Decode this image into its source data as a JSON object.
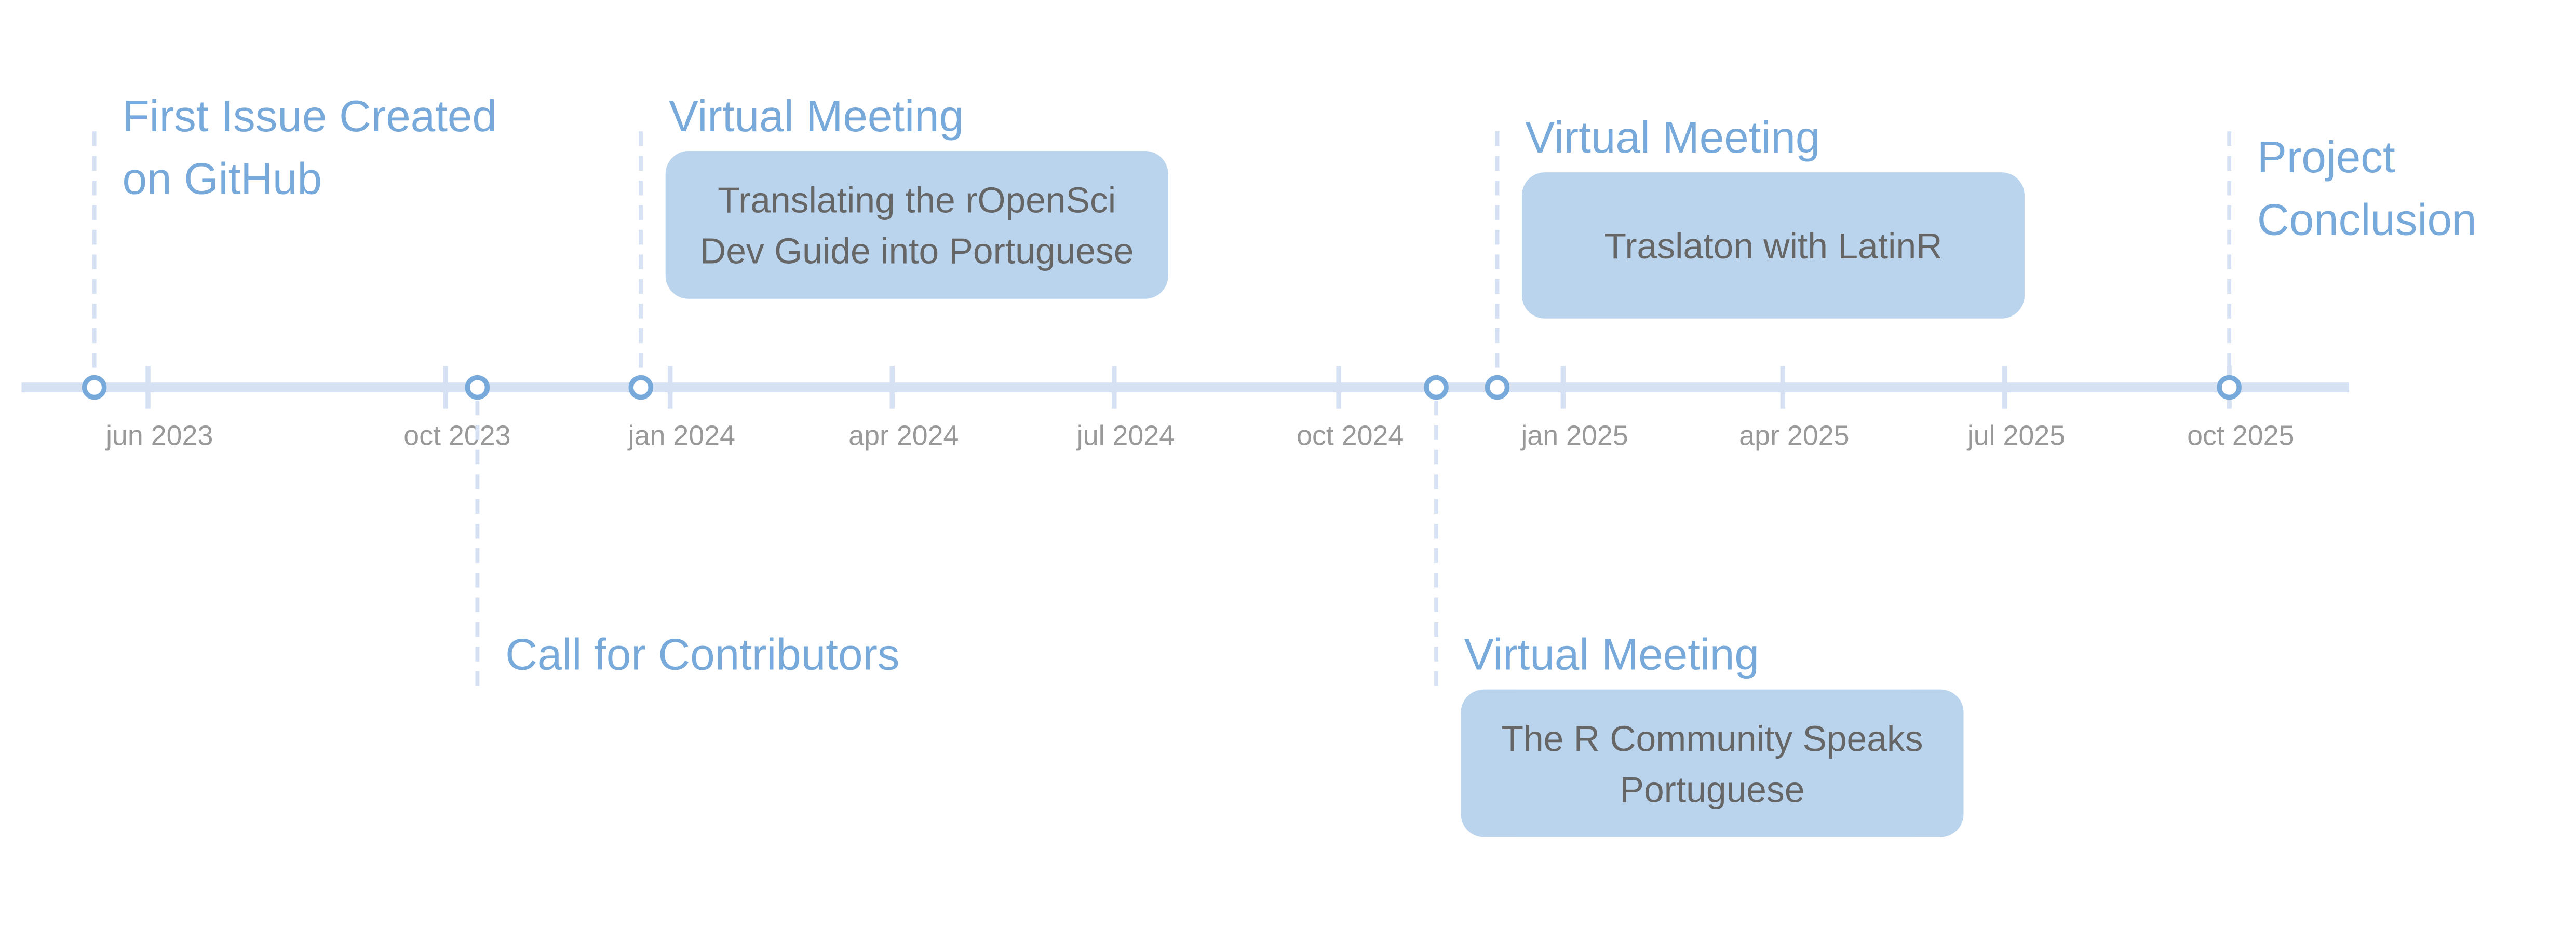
{
  "chart_data": {
    "type": "timeline",
    "title": "",
    "colors": {
      "axis": "#d6e2f4",
      "marker": "#77a9da",
      "title_text": "#77a9da",
      "box_fill": "#bad4ed",
      "box_text": "#666666",
      "tick_text": "#999999"
    },
    "axis": {
      "range": [
        "2023-04",
        "2025-12"
      ],
      "ticks": [
        {
          "date": "2023-06",
          "label": "jun 2023"
        },
        {
          "date": "2023-10",
          "label": "oct 2023"
        },
        {
          "date": "2024-01",
          "label": "jan 2024"
        },
        {
          "date": "2024-04",
          "label": "apr 2024"
        },
        {
          "date": "2024-07",
          "label": "jul 2024"
        },
        {
          "date": "2024-10",
          "label": "oct 2024"
        },
        {
          "date": "2025-01",
          "label": "jan 2025"
        },
        {
          "date": "2025-04",
          "label": "apr 2025"
        },
        {
          "date": "2025-07",
          "label": "jul 2025"
        },
        {
          "date": "2025-10",
          "label": "oct 2025"
        }
      ]
    },
    "events": [
      {
        "date": "2023-05-10",
        "side": "above",
        "title_lines": [
          "First Issue Created",
          "on GitHub"
        ],
        "box_lines": []
      },
      {
        "date": "2023-10-14",
        "side": "below",
        "title_lines": [
          "Call for Contributors"
        ],
        "box_lines": []
      },
      {
        "date": "2023-12-20",
        "side": "above",
        "title_lines": [
          "Virtual Meeting"
        ],
        "box_lines": [
          "Translating the rOpenSci",
          "Dev Guide into Portuguese"
        ]
      },
      {
        "date": "2024-11-10",
        "side": "below",
        "title_lines": [
          "Virtual Meeting"
        ],
        "box_lines": [
          "The R Community Speaks",
          "Portuguese"
        ]
      },
      {
        "date": "2024-12-05",
        "side": "above",
        "title_lines": [
          "Virtual Meeting"
        ],
        "box_lines": [
          "Traslaton with LatinR"
        ]
      },
      {
        "date": "2025-10-01",
        "side": "above",
        "title_lines": [
          "Project",
          "Conclusion"
        ],
        "box_lines": []
      }
    ]
  }
}
